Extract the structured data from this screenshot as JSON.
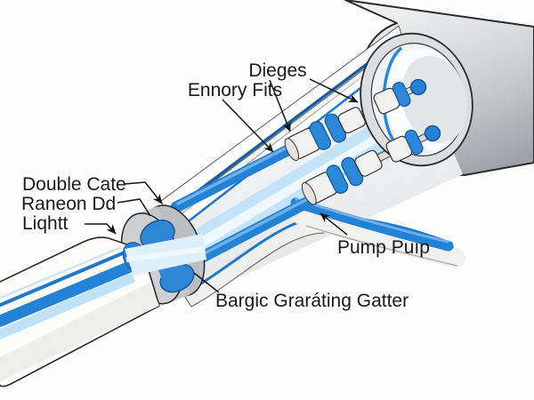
{
  "figure": {
    "title": "fiber cable cutaway diagram",
    "background": "#fcfcfc",
    "labels": {
      "dieges": "Dieges",
      "ennory_fits": "Ennory Fits",
      "double_cate": "Double Cate",
      "raneon_dd": "Raneon Dd",
      "light": "Liqhtt",
      "pump_pup": "Pump Puıp",
      "bargic_grating": "Bargic Graráting Gatter"
    },
    "colors": {
      "fiber_blue": "#2381d6",
      "fiber_blue_dark": "#15579c",
      "fiber_highlight": "#6fb0e8",
      "pale_blue": "#bfe2f7",
      "signal_pale": "#c3e3f8",
      "tube_gray": "#cfd1d4",
      "disc_gray": "#cdcfd3",
      "outline": "#2b2b2b",
      "label_text": "#1a1a1a"
    }
  }
}
